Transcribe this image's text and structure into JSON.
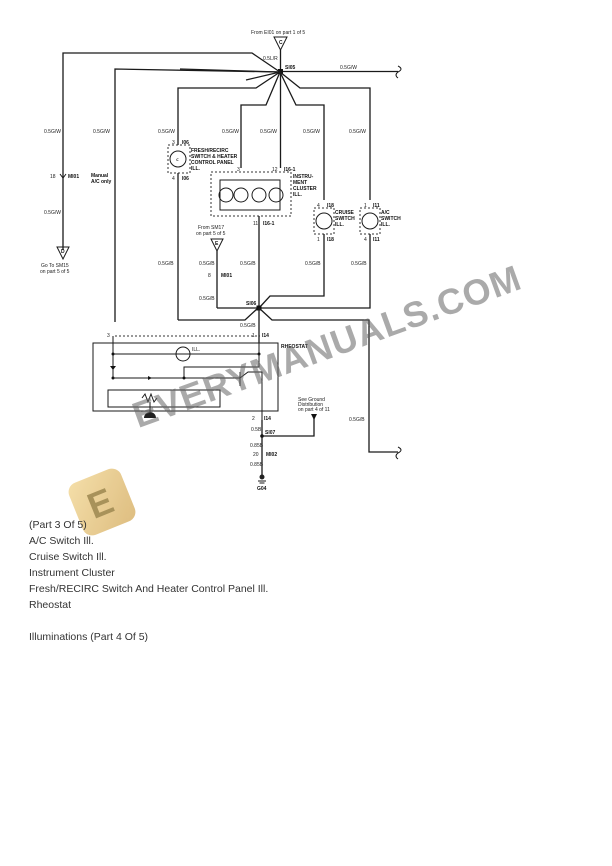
{
  "diagram": {
    "top_ref": {
      "text": "From EI01 on part 1 of 5",
      "connector": "C"
    },
    "splice_top": "SI05",
    "splice_bottom": "SI06",
    "wire_labels": {
      "top_diag": "0.5L/R",
      "top_right": "0.5G/W",
      "branch": "0.5G/W",
      "return": "0.5G/B",
      "ground_a": "0.5B",
      "ground_b": "0.85B",
      "ground_c": "0.85B",
      "right_ret": "0.5G/B"
    },
    "left_branch": {
      "connector_pin": "18",
      "connector": "MI01",
      "ref_connector": "D",
      "ref_text_1": "Go To SM15",
      "ref_text_2": "on part 5 of 5"
    },
    "manual_note_1": "Manual",
    "manual_note_2": "A/C only",
    "fresh_recirc": {
      "title_1": "FRESH/RECIRC",
      "title_2": "SWITCH & HEATER",
      "title_2b": "CONTROL PANEL",
      "title_3": "ILL.",
      "pin_top": "3",
      "conn_top": "I06",
      "pin_bot": "4",
      "conn_bot": "I06"
    },
    "cluster": {
      "title_1": "INSTRU-",
      "title_2": "MENT",
      "title_3": "CLUSTER",
      "title_4": "ILL.",
      "pin_a": "3",
      "pin_b": "12",
      "conn_top": "I16-1",
      "pin_bot": "11",
      "conn_bot": "I16-1"
    },
    "cruise": {
      "title_1": "CRUISE",
      "title_2": "SWITCH",
      "title_3": "ILL.",
      "pin_top": "4",
      "conn_top": "I18",
      "pin_bot": "1",
      "conn_bot": "I18"
    },
    "ac_switch": {
      "title_1": "A/C",
      "title_2": "SWITCH",
      "title_3": "ILL.",
      "pin_top": "1",
      "conn_top": "I11",
      "pin_bot": "4",
      "conn_bot": "I11"
    },
    "sm17_ref": {
      "text_1": "From SM17",
      "text_2": "on part 5 of 5",
      "connector": "E",
      "pin": "8",
      "conn": "MI01"
    },
    "rheostat": {
      "title": "RHEOSTAT",
      "ill": "ILL.",
      "pin_left": "3",
      "pin_top": "1",
      "conn_top": "I14",
      "pin_bot": "2",
      "conn_bot": "I14"
    },
    "ground": {
      "splice": "SI07",
      "pin": "20",
      "conn": "MI02",
      "ground_id": "G04",
      "ref_1": "See Ground",
      "ref_2": "Distribution",
      "ref_3": "on part 4 of 11"
    }
  },
  "watermark": {
    "text": "EVERYMANUALS.COM",
    "logo_letter": "E"
  },
  "caption": {
    "lines": [
      "(Part 3 Of 5)",
      "A/C Switch Ill.",
      "Cruise Switch Ill.",
      "Instrument Cluster",
      "Fresh/RECIRC Switch And Heater Control Panel Ill.",
      "Rheostat"
    ],
    "next": "Illuminations (Part 4 Of 5)"
  }
}
